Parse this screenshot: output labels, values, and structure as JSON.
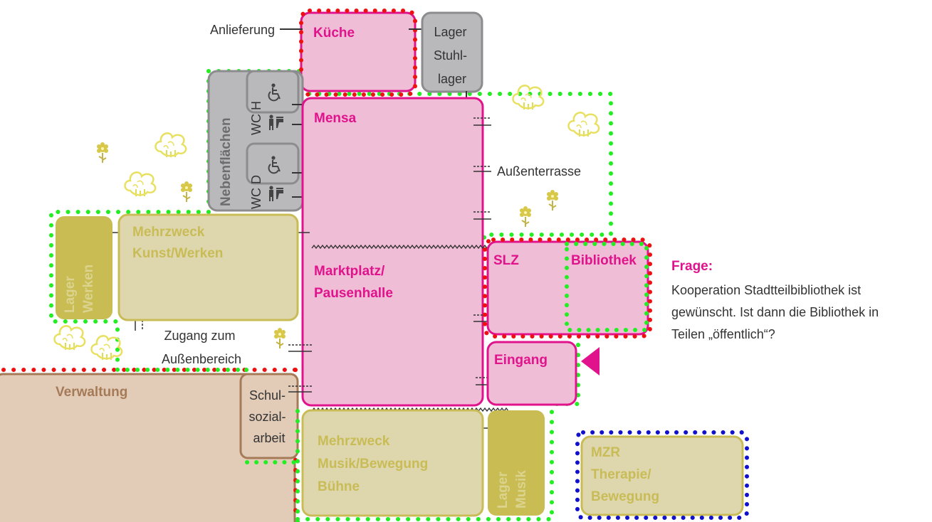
{
  "colors": {
    "pink_border": "#e0138c",
    "pink_fill": "#f0bdd6",
    "pink_text": "#e0138c",
    "olive_fill": "#ded7ad",
    "olive_border": "#c9bc56",
    "olive_text": "#c9bc56",
    "olive_dark_fill": "#c8bc52",
    "gray_fill": "#b9b9bb",
    "gray_border": "#8c8c8f",
    "gray_text": "#6c6c6e",
    "brown_fill": "#e2ccb8",
    "brown_border": "#a57a57",
    "brown_text": "#a57a57",
    "green_dots": "#22ee22",
    "red_dots": "#ee1111",
    "blue_dots": "#1111cc",
    "tree_yellow": "#f0ec6a",
    "flower": "#c4b448",
    "text_dark": "#333333"
  },
  "rooms": {
    "kueche": "Küche",
    "lager_stuhllager": [
      "Lager",
      "Stuhl-",
      "lager"
    ],
    "nebenflaechen": "Nebenflächen",
    "wc_h": "WC H",
    "wc_d": "WC D",
    "mensa": "Mensa",
    "marktplatz": [
      "Marktplatz/",
      "Pausenhalle"
    ],
    "mehrzweck_kunst": [
      "Mehrzweck",
      "Kunst/Werken"
    ],
    "lager_werken": [
      "Lager",
      "Werken"
    ],
    "slz": "SLZ",
    "bibliothek": "Bibliothek",
    "eingang": "Eingang",
    "verwaltung": "Verwaltung",
    "schulsozialarbeit": [
      "Schul-",
      "sozial-",
      "arbeit"
    ],
    "mehrzweck_musik": [
      "Mehrzweck",
      "Musik/Bewegung",
      "Bühne"
    ],
    "lager_musik": [
      "Lager",
      "Musik"
    ],
    "mzr": [
      "MZR",
      "Therapie/",
      "Bewegung"
    ]
  },
  "annotations": {
    "anlieferung": "Anlieferung",
    "aussenterrasse": "Außenterrasse",
    "zugang": [
      "Zugang zum",
      "Außenbereich"
    ]
  },
  "question": {
    "title": "Frage:",
    "lines": [
      "Kooperation Stadtteilbibliothek ist",
      "gewünscht. Ist dann die Bibliothek in",
      "Teilen „öffentlich“?"
    ]
  },
  "icons": [
    "wheelchair-icon",
    "toilet-person-icon",
    "tree-icon",
    "flower-icon",
    "entrance-arrow-icon"
  ]
}
